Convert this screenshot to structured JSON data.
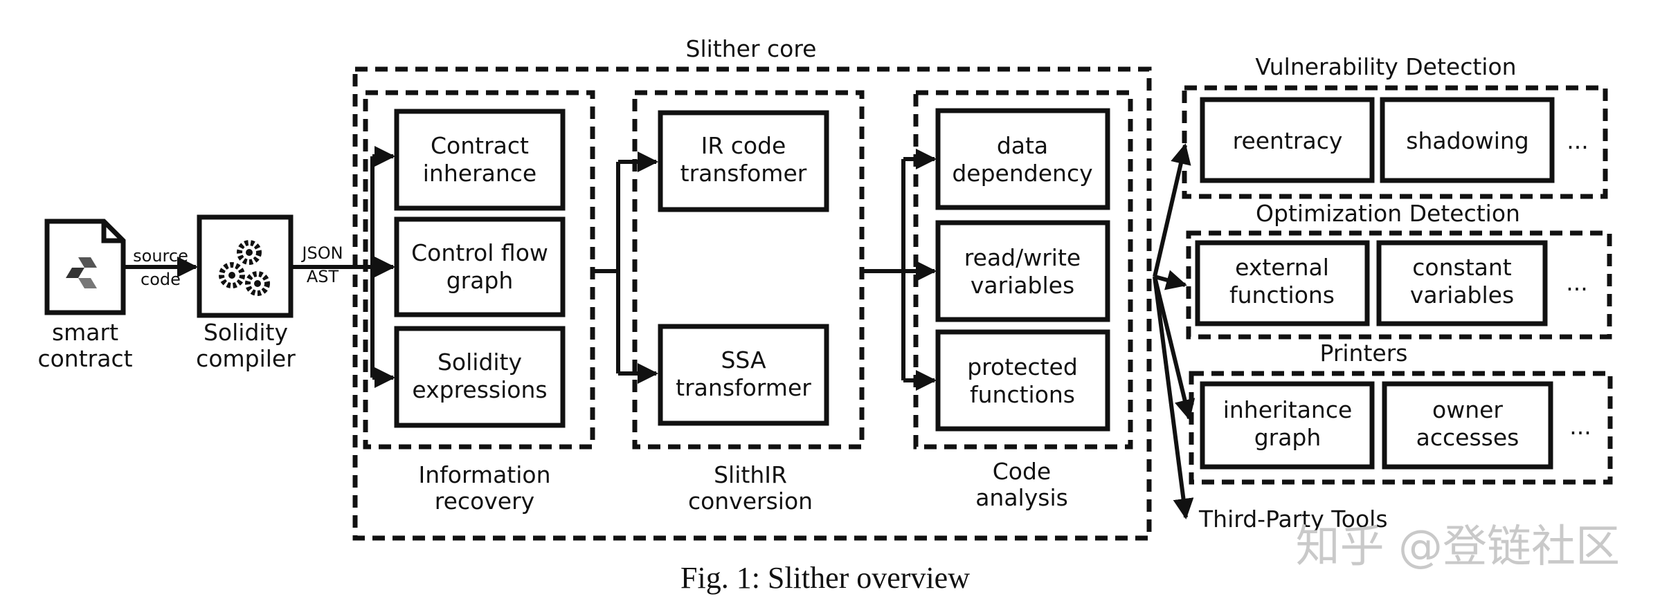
{
  "input": {
    "file_line1": "smart",
    "file_line2": "contract",
    "edge_line1": "source",
    "edge_line2": "code"
  },
  "compiler": {
    "line1": "Solidity",
    "line2": "compiler",
    "edge_line1": "JSON",
    "edge_line2": "AST"
  },
  "core": {
    "title": "Slither core"
  },
  "info_recovery": {
    "label1": "Information",
    "label2": "recovery",
    "boxes": [
      {
        "line1": "Contract",
        "line2": "inherance"
      },
      {
        "line1": "Control flow",
        "line2": "graph"
      },
      {
        "line1": "Solidity",
        "line2": "expressions"
      }
    ]
  },
  "slithir": {
    "label1": "SlithIR",
    "label2": "conversion",
    "boxes": [
      {
        "line1": "IR code",
        "line2": "transfomer"
      },
      {
        "line1": "SSA",
        "line2": "transformer"
      }
    ]
  },
  "code_analysis": {
    "label1": "Code",
    "label2": "analysis",
    "boxes": [
      {
        "line1": "data",
        "line2": "dependency"
      },
      {
        "line1": "read/write",
        "line2": "variables"
      },
      {
        "line1": "protected",
        "line2": "functions"
      }
    ]
  },
  "vulnerability": {
    "title": "Vulnerability Detection",
    "item1": "reentracy",
    "item2": "shadowing",
    "more": "..."
  },
  "optimization": {
    "title": "Optimization Detection",
    "item1_line1": "external",
    "item1_line2": "functions",
    "item2_line1": "constant",
    "item2_line2": "variables",
    "more": "..."
  },
  "printers": {
    "title": "Printers",
    "item1_line1": "inheritance",
    "item1_line2": "graph",
    "item2_line1": "owner",
    "item2_line2": "accesses",
    "more": "..."
  },
  "third_party": {
    "label": "Third-Party Tools"
  },
  "caption": "Fig. 1: Slither overview",
  "watermark": "知乎 @登链社区"
}
